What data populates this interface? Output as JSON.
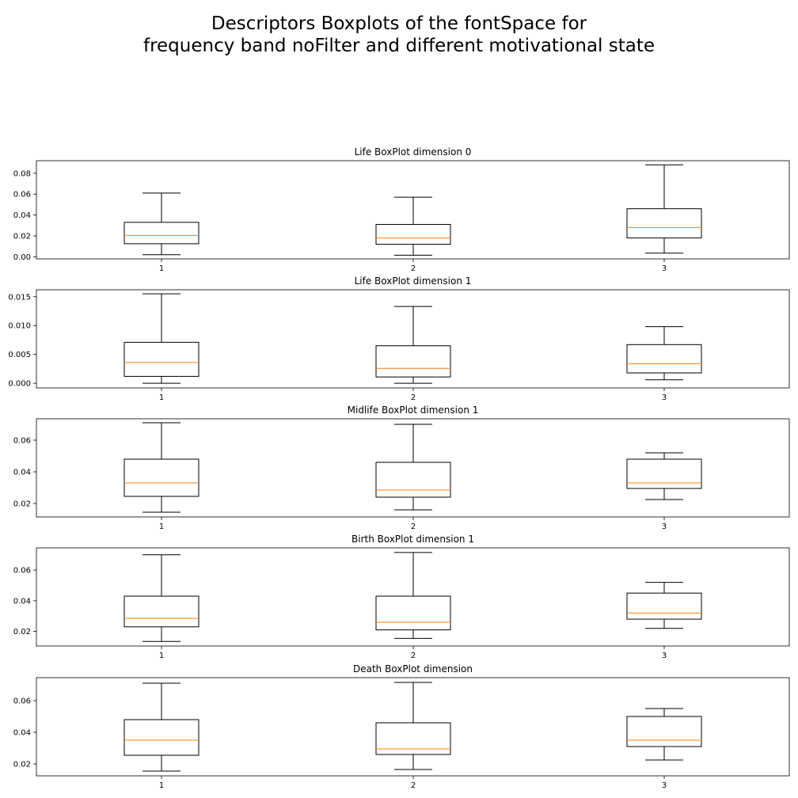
{
  "figure": {
    "title_line1": "Descriptors Boxplots of the fontSpace for",
    "title_line2": "frequency band noFilter and different motivational state"
  },
  "chart_data": [
    {
      "type": "boxplot",
      "title": "Life BoxPlot dimension 0",
      "categories": [
        "1",
        "2",
        "3"
      ],
      "ylim": [
        -0.002,
        0.092
      ],
      "yticks": [
        0.0,
        0.02,
        0.04,
        0.06,
        0.08
      ],
      "ytick_labels": [
        "0.00",
        "0.02",
        "0.04",
        "0.06",
        "0.08"
      ],
      "boxes": [
        {
          "whislo": 0.002,
          "q1": 0.0125,
          "med": 0.0205,
          "q3": 0.033,
          "whishi": 0.061
        },
        {
          "whislo": 0.0015,
          "q1": 0.012,
          "med": 0.018,
          "q3": 0.031,
          "whishi": 0.057
        },
        {
          "whislo": 0.0035,
          "q1": 0.018,
          "med": 0.028,
          "q3": 0.046,
          "whishi": 0.088
        }
      ]
    },
    {
      "type": "boxplot",
      "title": "Life BoxPlot dimension 1",
      "categories": [
        "1",
        "2",
        "3"
      ],
      "ylim": [
        -0.0008,
        0.0162
      ],
      "yticks": [
        0.0,
        0.005,
        0.01,
        0.015
      ],
      "ytick_labels": [
        "0.000",
        "0.005",
        "0.010",
        "0.015"
      ],
      "boxes": [
        {
          "whislo": 0.0,
          "q1": 0.0012,
          "med": 0.0036,
          "q3": 0.0071,
          "whishi": 0.0155
        },
        {
          "whislo": 0.0,
          "q1": 0.0011,
          "med": 0.0026,
          "q3": 0.0065,
          "whishi": 0.0133
        },
        {
          "whislo": 0.0006,
          "q1": 0.0018,
          "med": 0.0034,
          "q3": 0.0067,
          "whishi": 0.0098
        }
      ]
    },
    {
      "type": "boxplot",
      "title": "Midlife BoxPlot dimension 1",
      "categories": [
        "1",
        "2",
        "3"
      ],
      "ylim": [
        0.0115,
        0.0735
      ],
      "yticks": [
        0.02,
        0.04,
        0.06
      ],
      "ytick_labels": [
        "0.02",
        "0.04",
        "0.06"
      ],
      "boxes": [
        {
          "whislo": 0.0145,
          "q1": 0.0245,
          "med": 0.033,
          "q3": 0.048,
          "whishi": 0.071
        },
        {
          "whislo": 0.016,
          "q1": 0.024,
          "med": 0.0285,
          "q3": 0.046,
          "whishi": 0.07
        },
        {
          "whislo": 0.0225,
          "q1": 0.0295,
          "med": 0.033,
          "q3": 0.048,
          "whishi": 0.052
        }
      ]
    },
    {
      "type": "boxplot",
      "title": "Birth BoxPlot dimension 1",
      "categories": [
        "1",
        "2",
        "3"
      ],
      "ylim": [
        0.0105,
        0.0745
      ],
      "yticks": [
        0.02,
        0.04,
        0.06
      ],
      "ytick_labels": [
        "0.02",
        "0.04",
        "0.06"
      ],
      "boxes": [
        {
          "whislo": 0.0135,
          "q1": 0.023,
          "med": 0.0285,
          "q3": 0.043,
          "whishi": 0.07
        },
        {
          "whislo": 0.0155,
          "q1": 0.021,
          "med": 0.026,
          "q3": 0.043,
          "whishi": 0.0715
        },
        {
          "whislo": 0.022,
          "q1": 0.028,
          "med": 0.032,
          "q3": 0.045,
          "whishi": 0.052
        }
      ]
    },
    {
      "type": "boxplot",
      "title": "Death BoxPlot dimension",
      "categories": [
        "1",
        "2",
        "3"
      ],
      "ylim": [
        0.0125,
        0.0745
      ],
      "yticks": [
        0.02,
        0.04,
        0.06
      ],
      "ytick_labels": [
        "0.02",
        "0.04",
        "0.06"
      ],
      "boxes": [
        {
          "whislo": 0.0155,
          "q1": 0.0255,
          "med": 0.035,
          "q3": 0.048,
          "whishi": 0.071
        },
        {
          "whislo": 0.0165,
          "q1": 0.026,
          "med": 0.0295,
          "q3": 0.046,
          "whishi": 0.0715
        },
        {
          "whislo": 0.0225,
          "q1": 0.031,
          "med": 0.035,
          "q3": 0.05,
          "whishi": 0.055
        }
      ]
    }
  ],
  "colors": {
    "box": "#000000",
    "median": "#ff7f0e",
    "background": "#ffffff"
  }
}
